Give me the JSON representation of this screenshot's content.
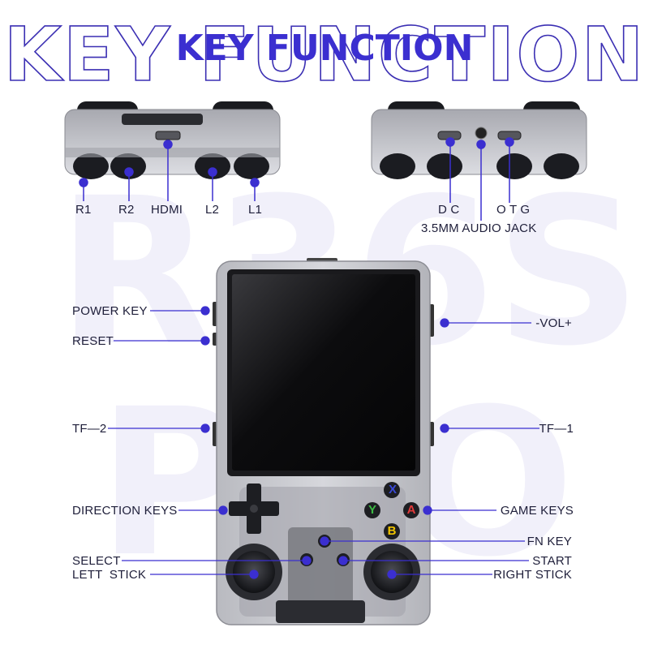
{
  "title": {
    "background_text": "KEY FUNCTION",
    "text": "KEY FUNCTION"
  },
  "watermark": {
    "top": "R36S",
    "bottom": "PRO"
  },
  "colors": {
    "accent": "#3b2fd0",
    "label": "#1f1f3a",
    "device_shell": "#c9cad0"
  },
  "top_view_labels": {
    "r1": "R1",
    "r2": "R2",
    "hdmi": "HDMI",
    "l2": "L2",
    "l1": "L1"
  },
  "bottom_view_labels": {
    "dc": "D C",
    "otg": "O T G",
    "audio_jack": "3.5MM AUDIO JACK"
  },
  "left_labels": {
    "power_key": "POWER KEY",
    "reset": "RESET",
    "tf2": "TF—2",
    "direction_keys": "DIRECTION KEYS",
    "select": "SELECT",
    "left_stick": "LETT  STICK"
  },
  "right_labels": {
    "vol": "-VOL+",
    "tf1": "TF—1",
    "game_keys": "GAME KEYS",
    "fn_key": "FN KEY",
    "start": "START",
    "right_stick": "RIGHT STICK"
  },
  "buttons": {
    "x": "X",
    "y": "Y",
    "a": "A",
    "b": "B"
  }
}
